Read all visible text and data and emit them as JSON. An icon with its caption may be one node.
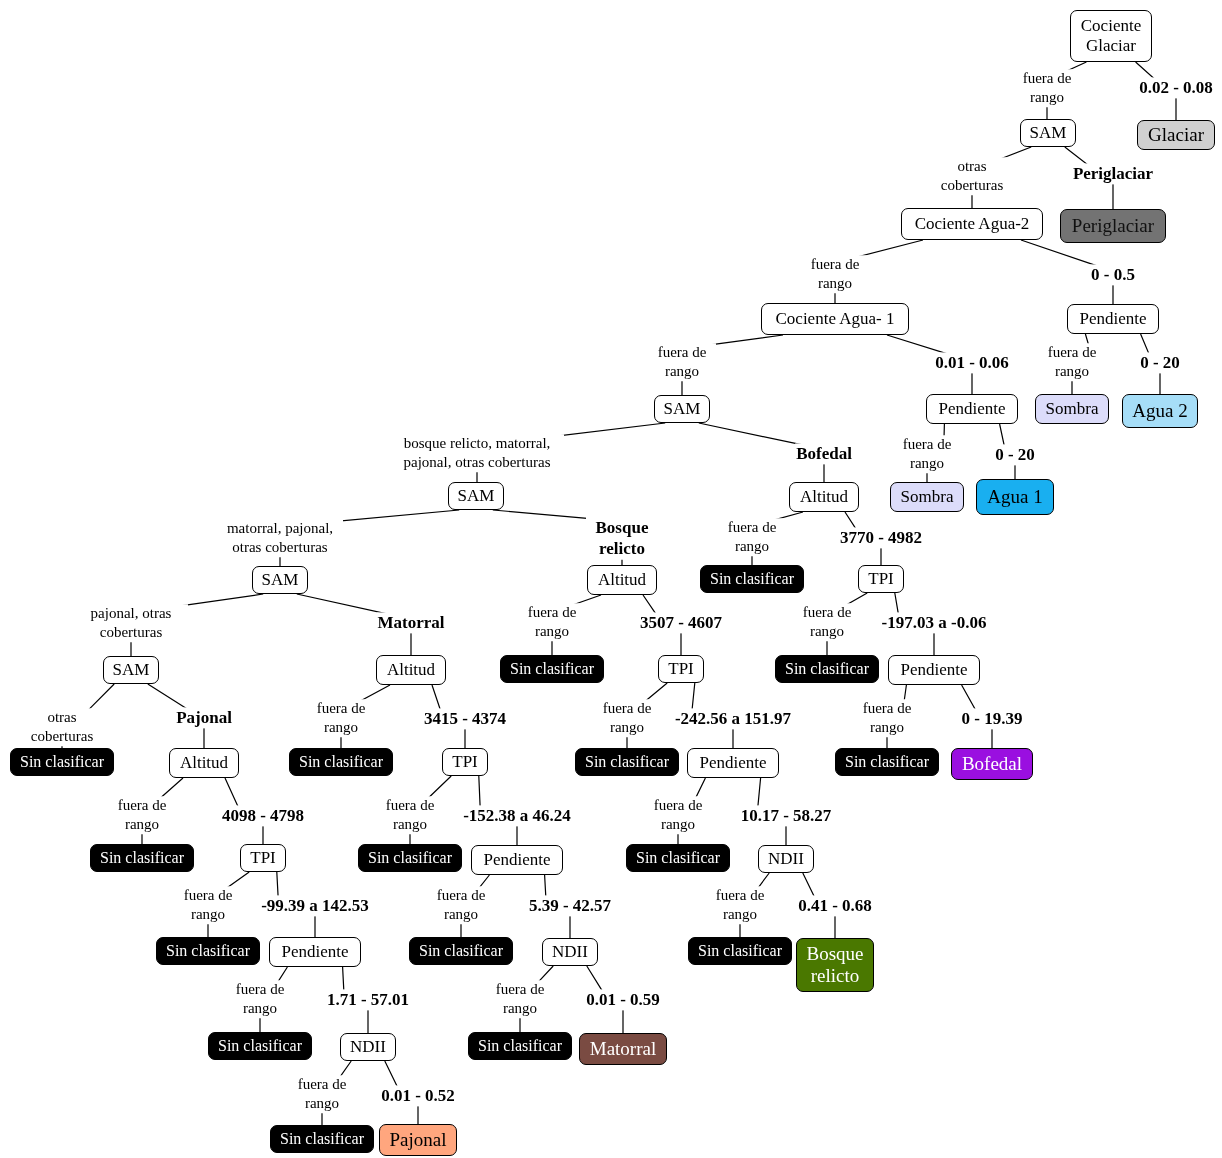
{
  "diagram": {
    "nodes": [
      {
        "text": [
          "Cociente Glaciar"
        ]
      },
      {
        "text": [
          "SAM"
        ]
      },
      {
        "text": [
          "Glaciar"
        ]
      },
      {
        "text": [
          "Cociente Agua-2"
        ]
      },
      {
        "text": [
          "Periglaciar"
        ]
      },
      {
        "text": [
          "Cociente Agua- 1"
        ]
      },
      {
        "text": [
          "Pendiente"
        ]
      },
      {
        "text": [
          "SAM"
        ]
      },
      {
        "text": [
          "Pendiente"
        ]
      },
      {
        "text": [
          "Sombra"
        ]
      },
      {
        "text": [
          "Agua 2"
        ]
      },
      {
        "text": [
          "SAM"
        ]
      },
      {
        "text": [
          "Altitud"
        ]
      },
      {
        "text": [
          "Sombra"
        ]
      },
      {
        "text": [
          "Agua 1"
        ]
      },
      {
        "text": [
          "SAM"
        ]
      },
      {
        "text": [
          "Altitud"
        ]
      },
      {
        "text": [
          "Sin clasificar"
        ]
      },
      {
        "text": [
          "TPI"
        ]
      },
      {
        "text": [
          "SAM"
        ]
      },
      {
        "text": [
          "Altitud"
        ]
      },
      {
        "text": [
          "Sin clasificar"
        ]
      },
      {
        "text": [
          "TPI"
        ]
      },
      {
        "text": [
          "Sin clasificar"
        ]
      },
      {
        "text": [
          "Pendiente"
        ]
      },
      {
        "text": [
          "Sin clasificar"
        ]
      },
      {
        "text": [
          "Altitud"
        ]
      },
      {
        "text": [
          "Sin clasificar"
        ]
      },
      {
        "text": [
          "TPI"
        ]
      },
      {
        "text": [
          "Sin clasificar"
        ]
      },
      {
        "text": [
          "Pendiente"
        ]
      },
      {
        "text": [
          "Sin clasificar"
        ]
      },
      {
        "text": [
          "Bofedal"
        ]
      },
      {
        "text": [
          "Sin clasificar"
        ]
      },
      {
        "text": [
          "TPI"
        ]
      },
      {
        "text": [
          "Sin clasificar"
        ]
      },
      {
        "text": [
          "Pendiente"
        ]
      },
      {
        "text": [
          "Sin clasificar"
        ]
      },
      {
        "text": [
          "NDII"
        ]
      },
      {
        "text": [
          "Sin clasificar"
        ]
      },
      {
        "text": [
          "Pendiente"
        ]
      },
      {
        "text": [
          "Sin clasificar"
        ]
      },
      {
        "text": [
          "NDII"
        ]
      },
      {
        "text": [
          "Sin clasificar"
        ]
      },
      {
        "text": [
          "Bosque relicto"
        ]
      },
      {
        "text": [
          "Sin clasificar"
        ]
      },
      {
        "text": [
          "NDII"
        ]
      },
      {
        "text": [
          "Sin clasificar"
        ]
      },
      {
        "text": [
          "Matorral"
        ]
      },
      {
        "text": [
          "Sin clasificar"
        ]
      },
      {
        "text": [
          "Pajonal"
        ]
      }
    ],
    "edges": [
      {
        "from": 0,
        "to": 1,
        "arrow": "none",
        "label": "fuera de rango"
      },
      {
        "from": 0,
        "to": 2,
        "arrow": "none",
        "label": "0.02 - 0.08"
      },
      {
        "from": 1,
        "to": 3,
        "arrow": "none",
        "label": "otras coberturas"
      },
      {
        "from": 1,
        "to": 4,
        "arrow": "none",
        "label": "Periglaciar"
      },
      {
        "from": 3,
        "to": 5,
        "arrow": "none",
        "label": "fuera de rango"
      },
      {
        "from": 3,
        "to": 6,
        "arrow": "none",
        "label": "0 - 0.5"
      },
      {
        "from": 5,
        "to": 7,
        "arrow": "none",
        "label": "fuera de rango"
      },
      {
        "from": 5,
        "to": 8,
        "arrow": "none",
        "label": "0.01 - 0.06"
      },
      {
        "from": 6,
        "to": 9,
        "arrow": "none",
        "label": "fuera de rango"
      },
      {
        "from": 6,
        "to": 10,
        "arrow": "none",
        "label": "0 - 20"
      },
      {
        "from": 7,
        "to": 11,
        "arrow": "none",
        "label": "bosque relicto, matorral, pajonal, otras coberturas"
      },
      {
        "from": 7,
        "to": 12,
        "arrow": "none",
        "label": "Bofedal"
      },
      {
        "from": 8,
        "to": 13,
        "arrow": "none",
        "label": "fuera de rango"
      },
      {
        "from": 8,
        "to": 14,
        "arrow": "none",
        "label": "0 - 20"
      },
      {
        "from": 11,
        "to": 15,
        "arrow": "none",
        "label": "matorral, pajonal, otras coberturas"
      },
      {
        "from": 11,
        "to": 16,
        "arrow": "none",
        "label": "Bosque relicto"
      },
      {
        "from": 12,
        "to": 17,
        "arrow": "none",
        "label": "fuera de rango"
      },
      {
        "from": 12,
        "to": 18,
        "arrow": "none",
        "label": "3770 - 4982"
      },
      {
        "from": 15,
        "to": 19,
        "arrow": "none",
        "label": "pajonal, otras coberturas"
      },
      {
        "from": 15,
        "to": 20,
        "arrow": "none",
        "label": "Matorral"
      },
      {
        "from": 16,
        "to": 21,
        "arrow": "none",
        "label": "fuera de rango"
      },
      {
        "from": 16,
        "to": 22,
        "arrow": "none",
        "label": "3507 - 4607"
      },
      {
        "from": 18,
        "to": 23,
        "arrow": "none",
        "label": "fuera de rango"
      },
      {
        "from": 18,
        "to": 24,
        "arrow": "none",
        "label": "-197.03 a -0.06"
      },
      {
        "from": 19,
        "to": 25,
        "arrow": "none",
        "label": "otras coberturas"
      },
      {
        "from": 19,
        "to": 26,
        "arrow": "none",
        "label": "Pajonal"
      },
      {
        "from": 20,
        "to": 27,
        "arrow": "none",
        "label": "fuera de rango"
      },
      {
        "from": 20,
        "to": 28,
        "arrow": "none",
        "label": "3415 - 4374"
      },
      {
        "from": 22,
        "to": 29,
        "arrow": "none",
        "label": "fuera de rango"
      },
      {
        "from": 22,
        "to": 30,
        "arrow": "none",
        "label": "-242.56 a 151.97"
      },
      {
        "from": 24,
        "to": 31,
        "arrow": "none",
        "label": "fuera de rango"
      },
      {
        "from": 24,
        "to": 32,
        "arrow": "none",
        "label": "0 - 19.39"
      },
      {
        "from": 26,
        "to": 33,
        "arrow": "none",
        "label": "fuera de rango"
      },
      {
        "from": 26,
        "to": 34,
        "arrow": "none",
        "label": "4098 - 4798"
      },
      {
        "from": 28,
        "to": 35,
        "arrow": "none",
        "label": "fuera de rango"
      },
      {
        "from": 28,
        "to": 36,
        "arrow": "none",
        "label": "-152.38 a 46.24"
      },
      {
        "from": 30,
        "to": 37,
        "arrow": "none",
        "label": "fuera de rango"
      },
      {
        "from": 30,
        "to": 38,
        "arrow": "none",
        "label": "10.17 - 58.27"
      },
      {
        "from": 34,
        "to": 39,
        "arrow": "none",
        "label": "fuera de rango"
      },
      {
        "from": 34,
        "to": 40,
        "arrow": "none",
        "label": "-99.39 a 142.53"
      },
      {
        "from": 36,
        "to": 41,
        "arrow": "none",
        "label": "fuera de rango"
      },
      {
        "from": 36,
        "to": 42,
        "arrow": "none",
        "label": "5.39 - 42.57"
      },
      {
        "from": 38,
        "to": 43,
        "arrow": "none",
        "label": "fuera de rango"
      },
      {
        "from": 38,
        "to": 44,
        "arrow": "none",
        "label": "0.41 - 0.68"
      },
      {
        "from": 40,
        "to": 45,
        "arrow": "none",
        "label": "fuera de rango"
      },
      {
        "from": 40,
        "to": 46,
        "arrow": "none",
        "label": "1.71 - 57.01"
      },
      {
        "from": 42,
        "to": 47,
        "arrow": "none",
        "label": "fuera de rango"
      },
      {
        "from": 42,
        "to": 48,
        "arrow": "none",
        "label": "0.01 - 0.59"
      },
      {
        "from": 46,
        "to": 49,
        "arrow": "none",
        "label": "fuera de rango"
      },
      {
        "from": 46,
        "to": 50,
        "arrow": "none",
        "label": "0.01 - 0.52"
      }
    ]
  }
}
